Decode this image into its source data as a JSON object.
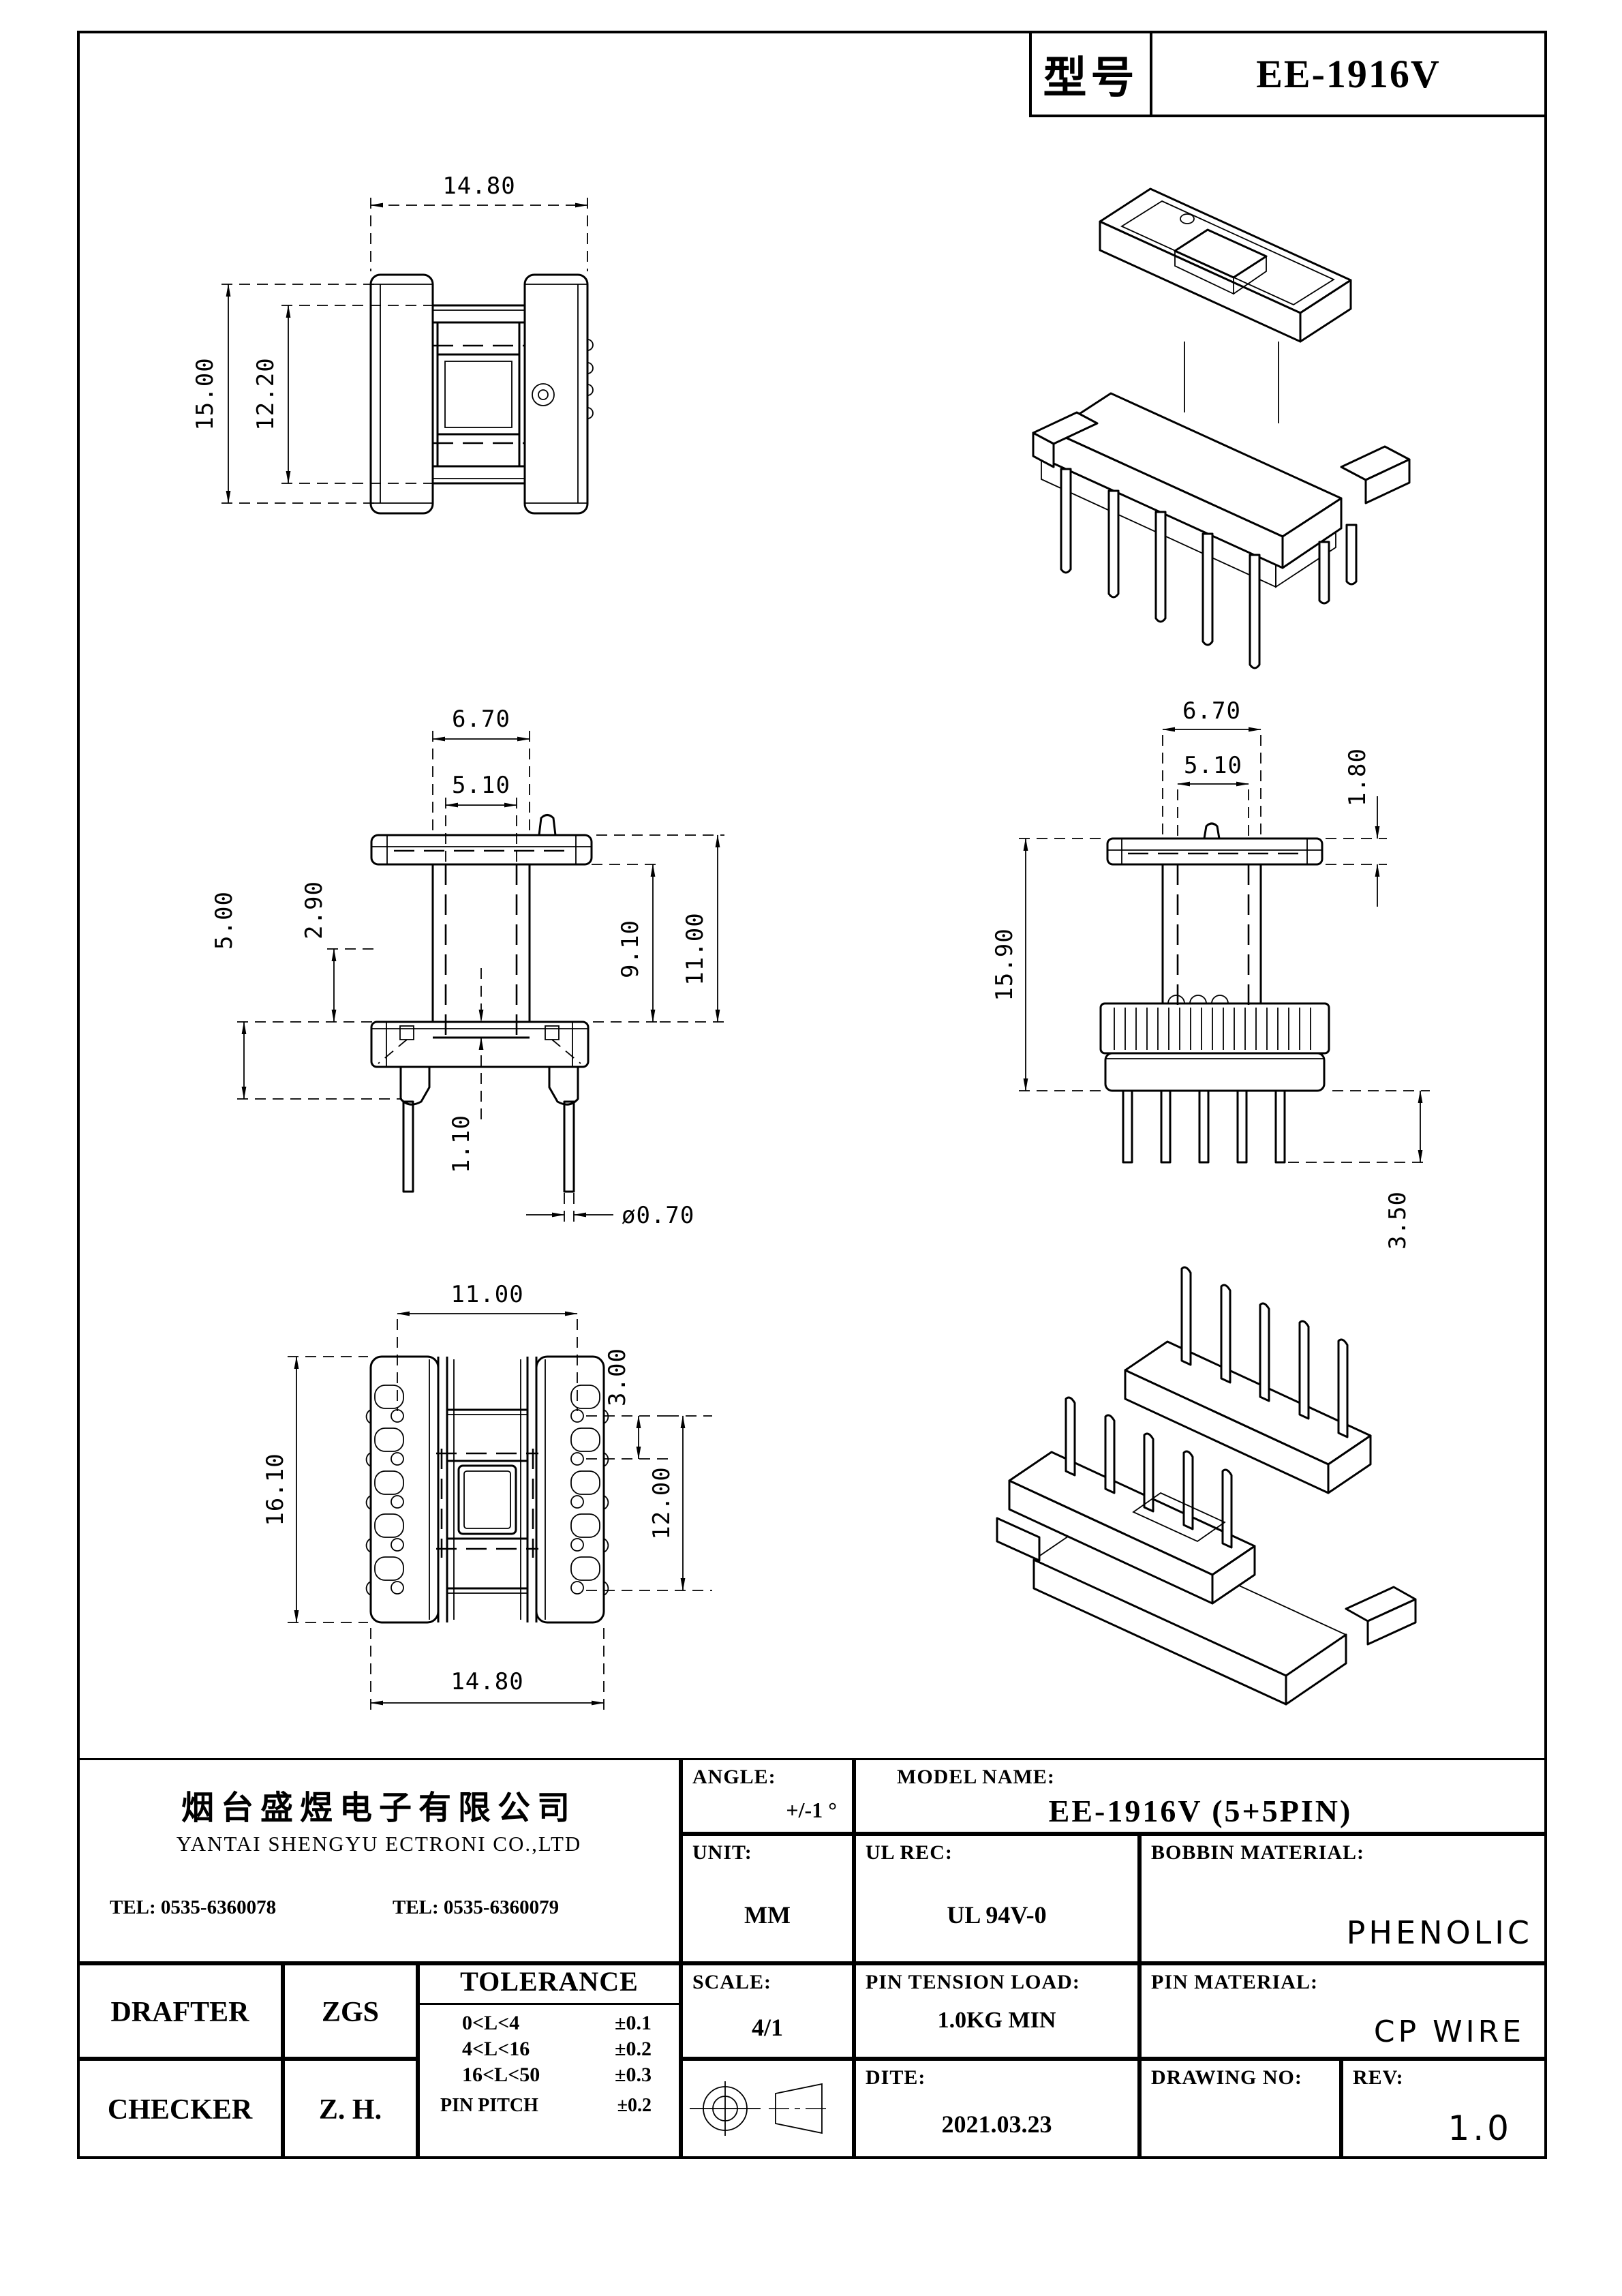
{
  "title_block": {
    "model_label": "型号",
    "model_value": "EE-1916V"
  },
  "views": {
    "top": {
      "width": "14.80",
      "height": "15.00",
      "inner_height": "12.20"
    },
    "front": {
      "flange_width": "6.70",
      "core_width": "5.10",
      "base_height": "5.00",
      "margin": "2.90",
      "winding_height": "9.10",
      "total_height": "11.00",
      "web": "1.10",
      "pin_diameter": "ø0.70"
    },
    "side": {
      "flange_width": "6.70",
      "core_width": "5.10",
      "flange_thickness": "1.80",
      "body_height": "15.90",
      "pin_length": "3.50"
    },
    "bottom": {
      "pin_row_span": "11.00",
      "pin_pitch": "3.00",
      "height": "16.10",
      "pin_col_span": "12.00",
      "width": "14.80"
    }
  },
  "info_table": {
    "company": {
      "cn": "烟台盛煜电子有限公司",
      "en": "YANTAI SHENGYU ECTRONI CO.,LTD",
      "tel1": "TEL: 0535-6360078",
      "tel2": "TEL: 0535-6360079"
    },
    "angle": {
      "label": "ANGLE:",
      "value": "+/-1 °"
    },
    "model": {
      "label": "MODEL NAME:",
      "value": "EE-1916V (5+5PIN)"
    },
    "unit": {
      "label": "UNIT:",
      "value": "MM"
    },
    "ul_rec": {
      "label": "UL REC:",
      "value": "UL 94V-0"
    },
    "bobbin_material": {
      "label": "BOBBIN MATERIAL:",
      "value": "PHENOLIC"
    },
    "drafter": {
      "label": "DRAFTER",
      "value": "ZGS"
    },
    "checker": {
      "label": "CHECKER",
      "value": "Z. H."
    },
    "tolerance": {
      "title": "TOLERANCE",
      "rows": [
        {
          "range": "0<L<4",
          "tol": "±0.1"
        },
        {
          "range": "4<L<16",
          "tol": "±0.2"
        },
        {
          "range": "16<L<50",
          "tol": "±0.3"
        },
        {
          "range": "PIN PITCH",
          "tol": "±0.2"
        }
      ]
    },
    "scale": {
      "label": "SCALE:",
      "value": "4/1"
    },
    "pin_tension": {
      "label": "PIN TENSION LOAD:",
      "value": "1.0KG MIN"
    },
    "pin_material": {
      "label": "PIN MATERIAL:",
      "value": "CP WIRE"
    },
    "date": {
      "label": "DITE:",
      "value": "2021.03.23"
    },
    "drawing_no": {
      "label": "DRAWING NO:"
    },
    "rev": {
      "label": "REV:",
      "value": "1.0"
    }
  }
}
